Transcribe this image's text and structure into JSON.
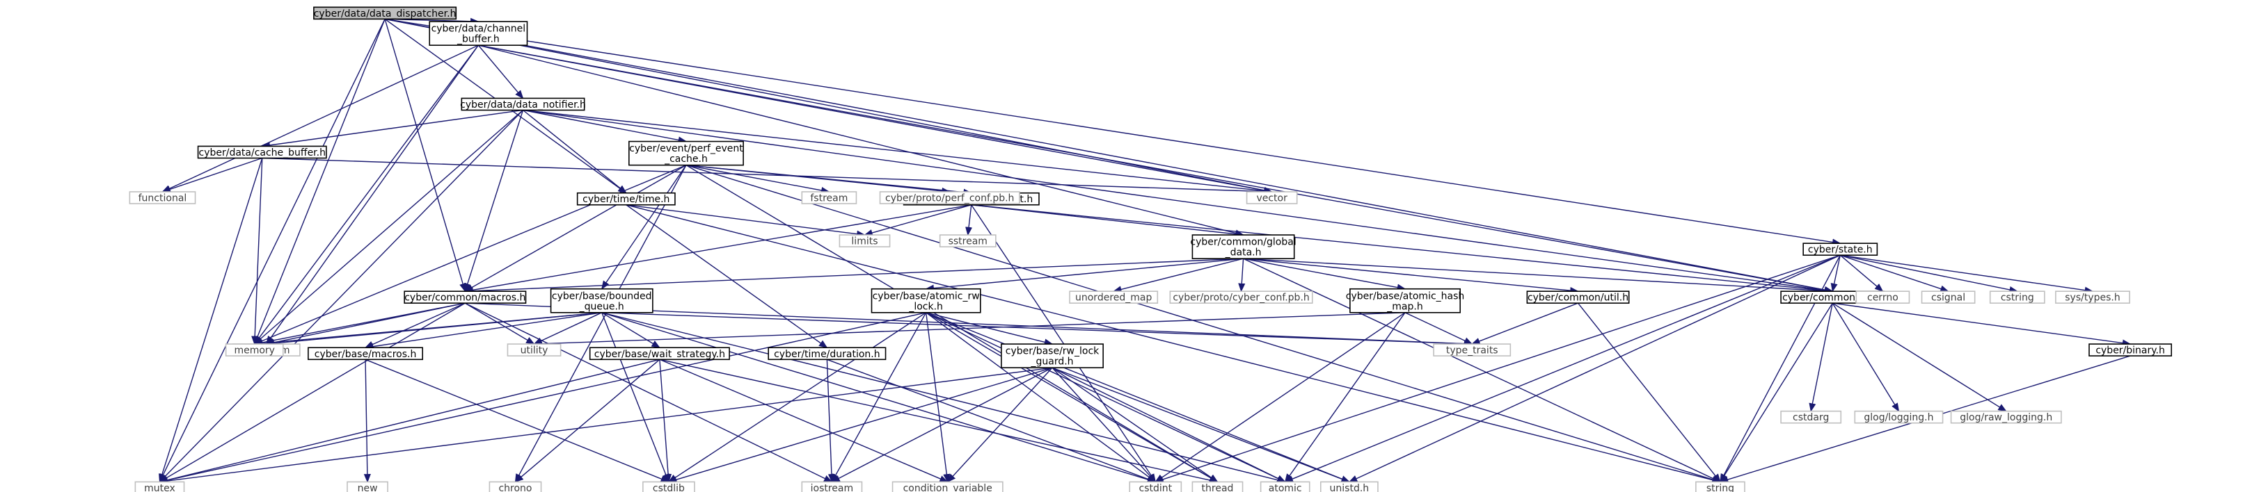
{
  "colors": {
    "edge": "#191970",
    "node_border": "#000000",
    "root_fill": "#bfbfbf",
    "node_fill": "#ffffff",
    "external_border": "#bfbfbf",
    "external_text": "#404040"
  },
  "nodes": [
    {
      "id": "data_dispatcher",
      "label": [
        "cyber/data/data_dispatcher.h"
      ],
      "kind": "root"
    },
    {
      "id": "channel_buffer",
      "label": [
        "cyber/data/channel",
        "_buffer.h"
      ],
      "kind": "internal"
    },
    {
      "id": "data_notifier",
      "label": [
        "cyber/data/data_notifier.h"
      ],
      "kind": "internal"
    },
    {
      "id": "cache_buffer",
      "label": [
        "cyber/data/cache_buffer.h"
      ],
      "kind": "internal"
    },
    {
      "id": "perf_event_cache",
      "label": [
        "cyber/event/perf_event",
        "_cache.h"
      ],
      "kind": "internal"
    },
    {
      "id": "perf_event",
      "label": [
        "cyber/event/perf_event.h"
      ],
      "kind": "internal"
    },
    {
      "id": "time_h",
      "label": [
        "cyber/time/time.h"
      ],
      "kind": "internal"
    },
    {
      "id": "global_data",
      "label": [
        "cyber/common/global",
        "_data.h"
      ],
      "kind": "internal"
    },
    {
      "id": "macros_common",
      "label": [
        "cyber/common/macros.h"
      ],
      "kind": "internal"
    },
    {
      "id": "bounded_queue",
      "label": [
        "cyber/base/bounded",
        "_queue.h"
      ],
      "kind": "internal"
    },
    {
      "id": "atomic_rw_lock",
      "label": [
        "cyber/base/atomic_rw",
        "_lock.h"
      ],
      "kind": "internal"
    },
    {
      "id": "atomic_hash_map",
      "label": [
        "cyber/base/atomic_hash",
        "_map.h"
      ],
      "kind": "internal"
    },
    {
      "id": "util_h",
      "label": [
        "cyber/common/util.h"
      ],
      "kind": "internal"
    },
    {
      "id": "log_h",
      "label": [
        "cyber/common/log.h"
      ],
      "kind": "internal"
    },
    {
      "id": "state_h",
      "label": [
        "cyber/state.h"
      ],
      "kind": "internal"
    },
    {
      "id": "binary_h",
      "label": [
        "cyber/binary.h"
      ],
      "kind": "internal"
    },
    {
      "id": "base_macros",
      "label": [
        "cyber/base/macros.h"
      ],
      "kind": "internal"
    },
    {
      "id": "wait_strategy",
      "label": [
        "cyber/base/wait_strategy.h"
      ],
      "kind": "internal"
    },
    {
      "id": "duration_h",
      "label": [
        "cyber/time/duration.h"
      ],
      "kind": "internal"
    },
    {
      "id": "rw_lock_guard",
      "label": [
        "cyber/base/rw_lock",
        "_guard.h"
      ],
      "kind": "internal"
    },
    {
      "id": "vector",
      "label": [
        "vector"
      ],
      "kind": "external"
    },
    {
      "id": "functional",
      "label": [
        "functional"
      ],
      "kind": "external"
    },
    {
      "id": "fstream",
      "label": [
        "fstream"
      ],
      "kind": "external"
    },
    {
      "id": "perf_conf",
      "label": [
        "cyber/proto/perf_conf.pb.h"
      ],
      "kind": "external"
    },
    {
      "id": "limits",
      "label": [
        "limits"
      ],
      "kind": "external"
    },
    {
      "id": "sstream",
      "label": [
        "sstream"
      ],
      "kind": "external"
    },
    {
      "id": "unordered_map",
      "label": [
        "unordered_map"
      ],
      "kind": "external"
    },
    {
      "id": "cyber_conf",
      "label": [
        "cyber/proto/cyber_conf.pb.h"
      ],
      "kind": "external"
    },
    {
      "id": "algorithm",
      "label": [
        "algorithm"
      ],
      "kind": "external"
    },
    {
      "id": "memory",
      "label": [
        "memory"
      ],
      "kind": "external"
    },
    {
      "id": "utility",
      "label": [
        "utility"
      ],
      "kind": "external"
    },
    {
      "id": "type_traits",
      "label": [
        "type_traits"
      ],
      "kind": "external"
    },
    {
      "id": "cstdarg",
      "label": [
        "cstdarg"
      ],
      "kind": "external"
    },
    {
      "id": "glog_logging",
      "label": [
        "glog/logging.h"
      ],
      "kind": "external"
    },
    {
      "id": "glog_raw_logging",
      "label": [
        "glog/raw_logging.h"
      ],
      "kind": "external"
    },
    {
      "id": "cerrno",
      "label": [
        "cerrno"
      ],
      "kind": "external"
    },
    {
      "id": "csignal",
      "label": [
        "csignal"
      ],
      "kind": "external"
    },
    {
      "id": "cstring",
      "label": [
        "cstring"
      ],
      "kind": "external"
    },
    {
      "id": "sys_types",
      "label": [
        "sys/types.h"
      ],
      "kind": "external"
    },
    {
      "id": "mutex",
      "label": [
        "mutex"
      ],
      "kind": "external"
    },
    {
      "id": "new",
      "label": [
        "new"
      ],
      "kind": "external"
    },
    {
      "id": "chrono",
      "label": [
        "chrono"
      ],
      "kind": "external"
    },
    {
      "id": "cstdlib",
      "label": [
        "cstdlib"
      ],
      "kind": "external"
    },
    {
      "id": "iostream",
      "label": [
        "iostream"
      ],
      "kind": "external"
    },
    {
      "id": "condition_variable",
      "label": [
        "condition_variable"
      ],
      "kind": "external"
    },
    {
      "id": "cstdint",
      "label": [
        "cstdint"
      ],
      "kind": "external"
    },
    {
      "id": "thread",
      "label": [
        "thread"
      ],
      "kind": "external"
    },
    {
      "id": "atomic",
      "label": [
        "atomic"
      ],
      "kind": "external"
    },
    {
      "id": "unistd",
      "label": [
        "unistd.h"
      ],
      "kind": "external"
    },
    {
      "id": "string",
      "label": [
        "string"
      ],
      "kind": "external"
    }
  ],
  "edges": [
    [
      "data_dispatcher",
      "channel_buffer"
    ],
    [
      "data_dispatcher",
      "mutex"
    ],
    [
      "data_dispatcher",
      "memory"
    ],
    [
      "data_dispatcher",
      "vector"
    ],
    [
      "data_dispatcher",
      "macros_common"
    ],
    [
      "data_dispatcher",
      "time_h"
    ],
    [
      "data_dispatcher",
      "state_h"
    ],
    [
      "data_dispatcher",
      "log_h"
    ],
    [
      "channel_buffer",
      "data_notifier"
    ],
    [
      "channel_buffer",
      "functional"
    ],
    [
      "channel_buffer",
      "algorithm"
    ],
    [
      "channel_buffer",
      "memory"
    ],
    [
      "channel_buffer",
      "vector"
    ],
    [
      "channel_buffer",
      "global_data"
    ],
    [
      "channel_buffer",
      "log_h"
    ],
    [
      "data_notifier",
      "cache_buffer"
    ],
    [
      "data_notifier",
      "perf_event_cache"
    ],
    [
      "data_notifier",
      "time_h"
    ],
    [
      "data_notifier",
      "macros_common"
    ],
    [
      "data_notifier",
      "memory"
    ],
    [
      "data_notifier",
      "mutex"
    ],
    [
      "data_notifier",
      "vector"
    ],
    [
      "data_notifier",
      "log_h"
    ],
    [
      "cache_buffer",
      "functional"
    ],
    [
      "cache_buffer",
      "memory"
    ],
    [
      "cache_buffer",
      "mutex"
    ],
    [
      "cache_buffer",
      "vector"
    ],
    [
      "perf_event_cache",
      "fstream"
    ],
    [
      "perf_event_cache",
      "perf_conf"
    ],
    [
      "perf_event_cache",
      "perf_event"
    ],
    [
      "perf_event_cache",
      "bounded_queue"
    ],
    [
      "perf_event_cache",
      "macros_common"
    ],
    [
      "perf_event_cache",
      "chrono"
    ],
    [
      "perf_event_cache",
      "string"
    ],
    [
      "perf_event_cache",
      "thread"
    ],
    [
      "perf_event_cache",
      "memory"
    ],
    [
      "perf_event",
      "limits"
    ],
    [
      "perf_event",
      "sstream"
    ],
    [
      "perf_event",
      "global_data"
    ],
    [
      "perf_event",
      "macros_common"
    ],
    [
      "perf_event",
      "cstdint"
    ],
    [
      "perf_event",
      "log_h"
    ],
    [
      "time_h",
      "limits"
    ],
    [
      "time_h",
      "duration_h"
    ],
    [
      "time_h",
      "string"
    ],
    [
      "global_data",
      "unordered_map"
    ],
    [
      "global_data",
      "cyber_conf"
    ],
    [
      "global_data",
      "atomic_hash_map"
    ],
    [
      "global_data",
      "atomic_rw_lock"
    ],
    [
      "global_data",
      "util_h"
    ],
    [
      "global_data",
      "macros_common"
    ],
    [
      "global_data",
      "log_h"
    ],
    [
      "global_data",
      "string"
    ],
    [
      "macros_common",
      "algorithm"
    ],
    [
      "macros_common",
      "memory"
    ],
    [
      "macros_common",
      "utility"
    ],
    [
      "macros_common",
      "base_macros"
    ],
    [
      "macros_common",
      "iostream"
    ],
    [
      "macros_common",
      "mutex"
    ],
    [
      "macros_common",
      "type_traits"
    ],
    [
      "bounded_queue",
      "utility"
    ],
    [
      "bounded_queue",
      "memory"
    ],
    [
      "bounded_queue",
      "algorithm"
    ],
    [
      "bounded_queue",
      "base_macros"
    ],
    [
      "bounded_queue",
      "wait_strategy"
    ],
    [
      "bounded_queue",
      "cstdlib"
    ],
    [
      "bounded_queue",
      "cstdint"
    ],
    [
      "bounded_queue",
      "atomic"
    ],
    [
      "bounded_queue",
      "type_traits"
    ],
    [
      "atomic_rw_lock",
      "rw_lock_guard"
    ],
    [
      "atomic_rw_lock",
      "mutex"
    ],
    [
      "atomic_rw_lock",
      "cstdlib"
    ],
    [
      "atomic_rw_lock",
      "iostream"
    ],
    [
      "atomic_rw_lock",
      "condition_variable"
    ],
    [
      "atomic_rw_lock",
      "cstdint"
    ],
    [
      "atomic_rw_lock",
      "thread"
    ],
    [
      "atomic_rw_lock",
      "atomic"
    ],
    [
      "atomic_rw_lock",
      "unistd"
    ],
    [
      "atomic_hash_map",
      "utility"
    ],
    [
      "atomic_hash_map",
      "type_traits"
    ],
    [
      "atomic_hash_map",
      "cstdint"
    ],
    [
      "atomic_hash_map",
      "atomic"
    ],
    [
      "util_h",
      "type_traits"
    ],
    [
      "util_h",
      "string"
    ],
    [
      "log_h",
      "cstdarg"
    ],
    [
      "log_h",
      "glog_logging"
    ],
    [
      "log_h",
      "glog_raw_logging"
    ],
    [
      "log_h",
      "binary_h"
    ],
    [
      "log_h",
      "string"
    ],
    [
      "state_h",
      "log_h"
    ],
    [
      "state_h",
      "cerrno"
    ],
    [
      "state_h",
      "csignal"
    ],
    [
      "state_h",
      "cstring"
    ],
    [
      "state_h",
      "sys_types"
    ],
    [
      "state_h",
      "cstdint"
    ],
    [
      "state_h",
      "unistd"
    ],
    [
      "state_h",
      "atomic"
    ],
    [
      "state_h",
      "string"
    ],
    [
      "binary_h",
      "string"
    ],
    [
      "base_macros",
      "new"
    ],
    [
      "base_macros",
      "cstdlib"
    ],
    [
      "wait_strategy",
      "chrono"
    ],
    [
      "wait_strategy",
      "condition_variable"
    ],
    [
      "wait_strategy",
      "cstdlib"
    ],
    [
      "wait_strategy",
      "mutex"
    ],
    [
      "wait_strategy",
      "thread"
    ],
    [
      "duration_h",
      "iostream"
    ],
    [
      "duration_h",
      "cstdint"
    ],
    [
      "rw_lock_guard",
      "cstdlib"
    ],
    [
      "rw_lock_guard",
      "iostream"
    ],
    [
      "rw_lock_guard",
      "condition_variable"
    ],
    [
      "rw_lock_guard",
      "cstdint"
    ],
    [
      "rw_lock_guard",
      "thread"
    ],
    [
      "rw_lock_guard",
      "atomic"
    ],
    [
      "rw_lock_guard",
      "unistd"
    ],
    [
      "rw_lock_guard",
      "mutex"
    ]
  ]
}
